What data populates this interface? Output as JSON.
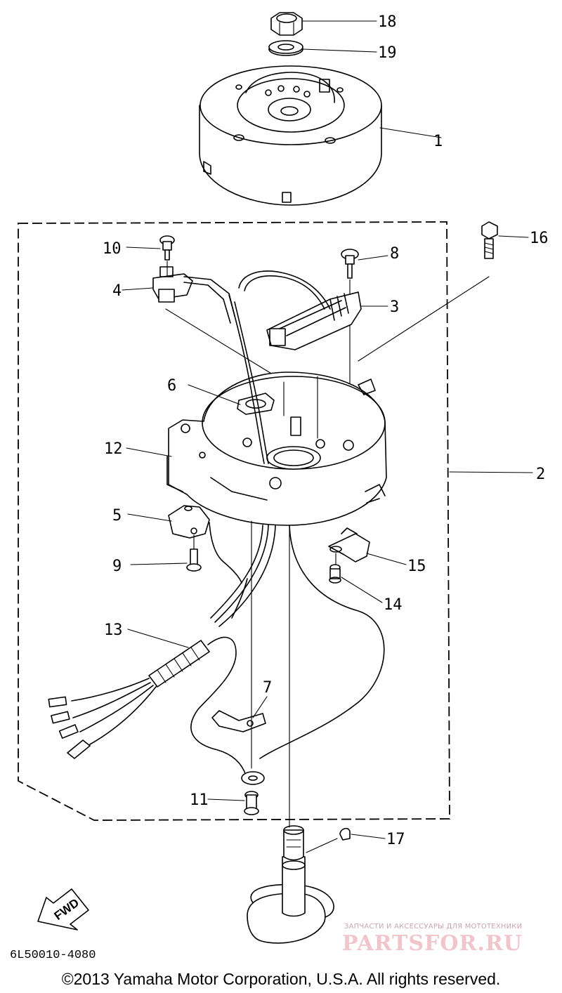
{
  "callouts": [
    "1",
    "2",
    "3",
    "4",
    "5",
    "6",
    "7",
    "8",
    "9",
    "10",
    "11",
    "12",
    "13",
    "14",
    "15",
    "16",
    "17",
    "18",
    "19"
  ],
  "fwd_label": "FWD",
  "diagram_code": "6L50010-4080",
  "copyright": "©2013 Yamaha Motor Corporation, U.S.A. All rights reserved.",
  "watermark": {
    "tagline": "ЗАПЧАСТИ И АКСЕССУАРЫ ДЛЯ МОТОТЕХНИКИ",
    "logo_text": "PARTSFOR.RU"
  }
}
